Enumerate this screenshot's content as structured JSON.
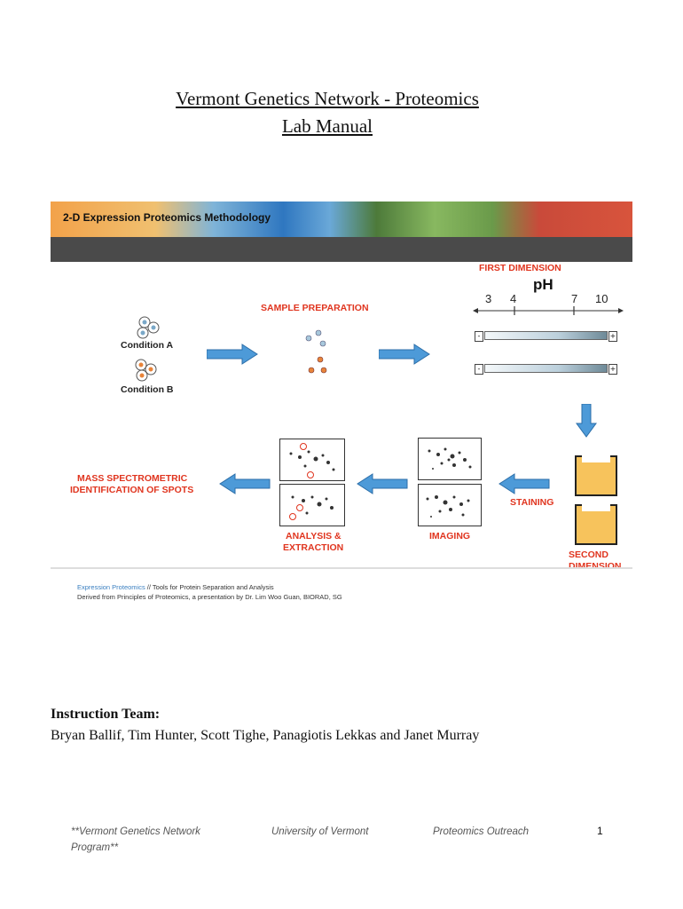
{
  "title": {
    "line1": "Vermont Genetics Network - Proteomics",
    "line2": "Lab Manual"
  },
  "figure": {
    "banner_title": "2-D Expression Proteomics Methodology",
    "labels": {
      "first_dimension": "FIRST DIMENSION",
      "ph": "pH",
      "ph_ticks": [
        "3",
        "4",
        "7",
        "10"
      ],
      "sample_preparation": "SAMPLE PREPARATION",
      "condition_a": "Condition A",
      "condition_b": "Condition B",
      "minus": "-",
      "plus": "+",
      "mass_spec_line1": "MASS SPECTROMETRIC",
      "mass_spec_line2": "IDENTIFICATION OF SPOTS",
      "staining": "STAINING",
      "analysis_line1": "ANALYSIS &",
      "analysis_line2": "EXTRACTION",
      "imaging": "IMAGING",
      "second_line1": "SECOND",
      "second_line2": "DIMENSION"
    },
    "caption": {
      "brand": "Expression Proteomics",
      "line1_rest": " // Tools for Protein Separation and Analysis",
      "line2": "Derived from Principles of Proteomics, a presentation by Dr. Lim Woo Guan, BIORAD, SG"
    },
    "colors": {
      "label_red": "#e0351f",
      "arrow_blue": "#4d9ad8",
      "tray_yellow": "#f7c35c"
    }
  },
  "team": {
    "heading": "Instruction Team:",
    "members": "Bryan Ballif, Tim Hunter, Scott Tighe, Panagiotis Lekkas and Janet Murray"
  },
  "footer": {
    "program_line1": "**Vermont Genetics Network",
    "program_line2": "Program**",
    "university": "University of Vermont",
    "outreach": "Proteomics Outreach",
    "page_number": "1"
  }
}
